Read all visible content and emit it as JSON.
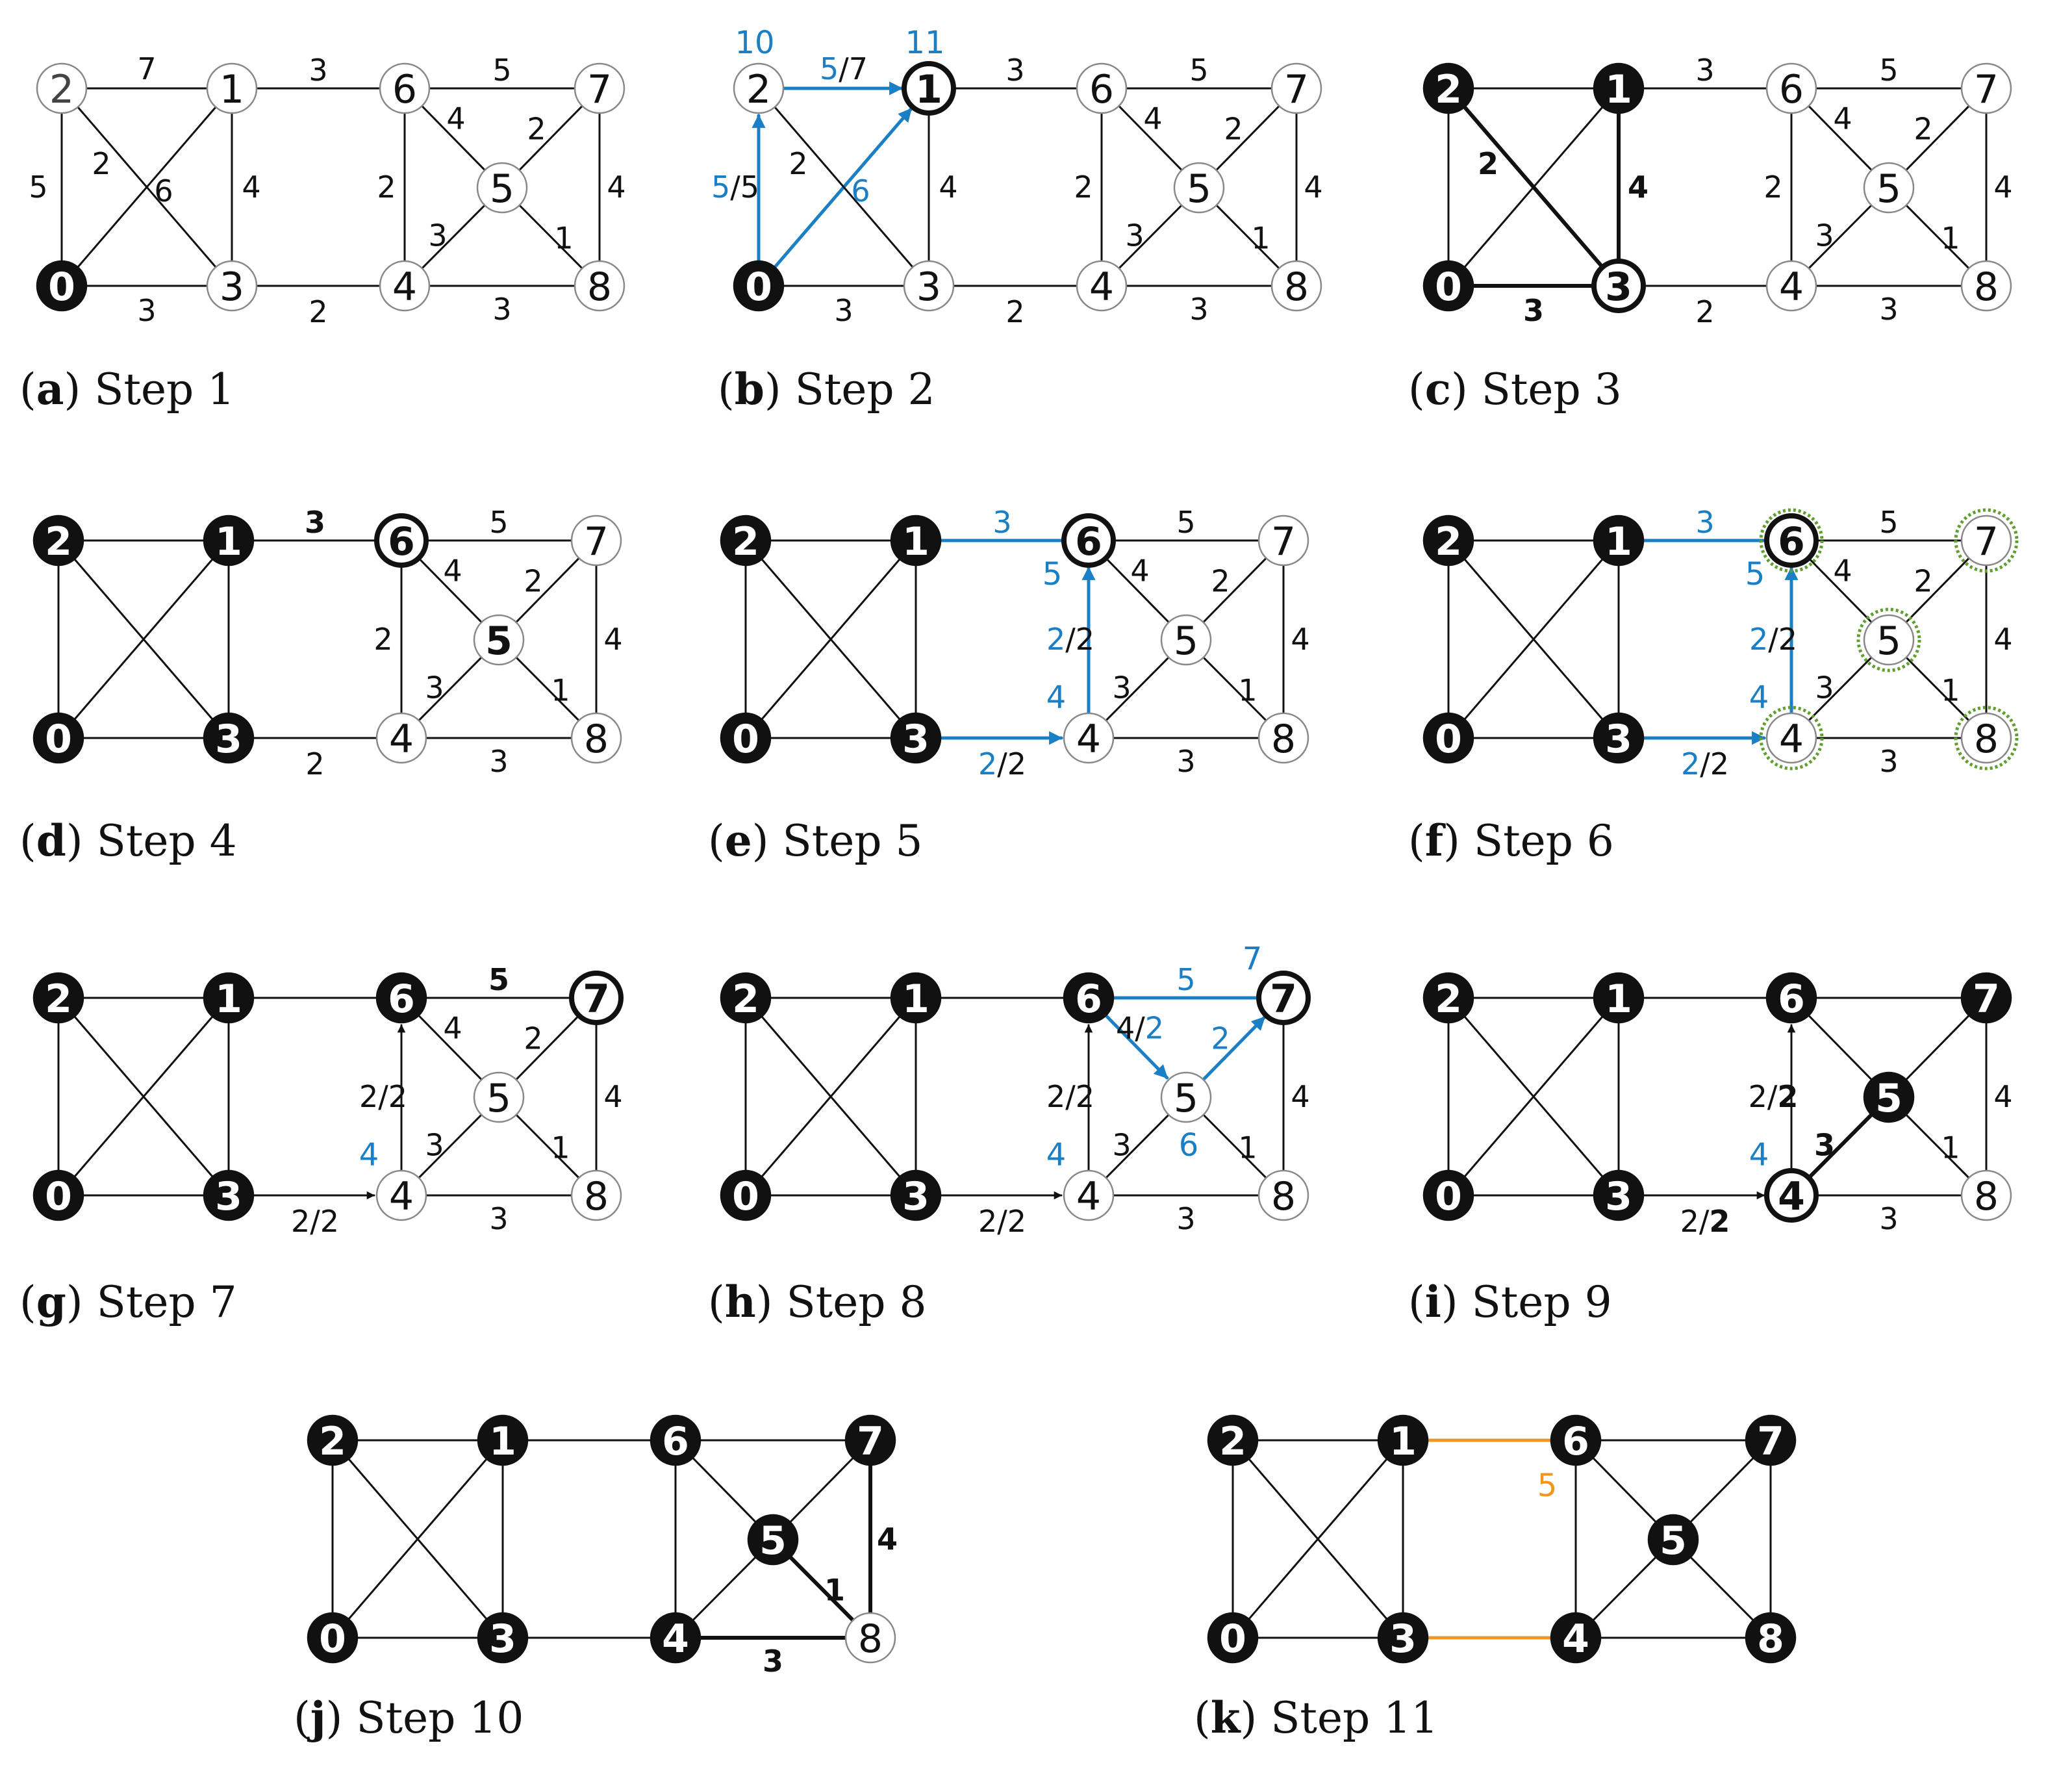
{
  "graph": {
    "nodes": [
      "0",
      "1",
      "2",
      "3",
      "4",
      "5",
      "6",
      "7",
      "8"
    ],
    "edges": [
      {
        "id": "e0-1",
        "from": "0",
        "to": "1",
        "weight": "6"
      },
      {
        "id": "e0-2",
        "from": "0",
        "to": "2",
        "weight": "5"
      },
      {
        "id": "e0-3",
        "from": "0",
        "to": "3",
        "weight": "3"
      },
      {
        "id": "e1-2",
        "from": "1",
        "to": "2",
        "weight": "7"
      },
      {
        "id": "e1-3",
        "from": "1",
        "to": "3",
        "weight": "4"
      },
      {
        "id": "e1-6",
        "from": "1",
        "to": "6",
        "weight": "3"
      },
      {
        "id": "e2-3",
        "from": "2",
        "to": "3",
        "weight": "2"
      },
      {
        "id": "e3-4",
        "from": "3",
        "to": "4",
        "weight": "2"
      },
      {
        "id": "e4-6",
        "from": "4",
        "to": "6",
        "weight": "2"
      },
      {
        "id": "e4-5",
        "from": "4",
        "to": "5",
        "weight": "3"
      },
      {
        "id": "e4-8",
        "from": "4",
        "to": "8",
        "weight": "3"
      },
      {
        "id": "e5-6",
        "from": "5",
        "to": "6",
        "weight": "4"
      },
      {
        "id": "e5-7",
        "from": "5",
        "to": "7",
        "weight": "2"
      },
      {
        "id": "e5-8",
        "from": "5",
        "to": "8",
        "weight": "1"
      },
      {
        "id": "e6-7",
        "from": "6",
        "to": "7",
        "weight": "5"
      },
      {
        "id": "e7-8",
        "from": "7",
        "to": "8",
        "weight": "4"
      }
    ]
  },
  "colors": {
    "ink": "#111111",
    "active": "#1a7fc4",
    "frontier": "#5f9e2f",
    "cut": "#f0961f",
    "unvisited_label": "#444444"
  },
  "panels": [
    {
      "caption_letter": "a",
      "caption_text": "Step 1",
      "nodes": {
        "0": "visited",
        "1": "open",
        "2": "open-grey",
        "3": "open",
        "4": "open",
        "5": "open",
        "6": "open",
        "7": "open",
        "8": "open"
      },
      "edges": {}
    },
    {
      "caption_letter": "b",
      "caption_text": "Step 2",
      "nodes": {
        "0": "visited",
        "1": "current",
        "2": "open",
        "3": "open",
        "4": "open",
        "5": "open",
        "6": "open",
        "7": "open",
        "8": "open"
      },
      "edges": {
        "e0-2": {
          "style": "blue",
          "arrow": "2",
          "label": [
            {
              "text": "5",
              "color": "blue"
            },
            {
              "text": "/5",
              "color": "ink"
            }
          ]
        },
        "e0-1": {
          "style": "blue",
          "arrow": "1",
          "label": [
            {
              "text": "6",
              "color": "blue"
            }
          ]
        },
        "e1-2": {
          "style": "blue",
          "arrow": "1",
          "label": [
            {
              "text": "5",
              "color": "blue"
            },
            {
              "text": "/7",
              "color": "ink"
            }
          ]
        }
      },
      "tags": [
        {
          "node": "2",
          "text": "10",
          "color": "blue"
        },
        {
          "node": "1",
          "text": "11",
          "color": "blue"
        }
      ]
    },
    {
      "caption_letter": "c",
      "caption_text": "Step 3",
      "nodes": {
        "0": "visited",
        "1": "visited",
        "2": "visited",
        "3": "current",
        "4": "open",
        "5": "open",
        "6": "open",
        "7": "open",
        "8": "open"
      },
      "edges": {
        "e0-1": {
          "hide_label": true
        },
        "e0-2": {
          "hide_label": true
        },
        "e1-2": {
          "hide_label": true
        },
        "e0-3": {
          "style": "thick",
          "bold_label": true
        },
        "e1-3": {
          "style": "thick",
          "bold_label": true
        },
        "e2-3": {
          "style": "thick",
          "bold_label": true
        }
      }
    },
    {
      "caption_letter": "d",
      "caption_text": "Step 4",
      "nodes": {
        "0": "visited",
        "1": "visited",
        "2": "visited",
        "3": "visited",
        "4": "open",
        "5": "open-bold",
        "6": "current",
        "7": "open",
        "8": "open"
      },
      "edges": {
        "e0-1": {
          "hide_label": true
        },
        "e0-2": {
          "hide_label": true
        },
        "e0-3": {
          "hide_label": true
        },
        "e1-2": {
          "hide_label": true
        },
        "e1-3": {
          "hide_label": true
        },
        "e2-3": {
          "hide_label": true
        },
        "e1-6": {
          "bold_label": true
        }
      }
    },
    {
      "caption_letter": "e",
      "caption_text": "Step 5",
      "nodes": {
        "0": "visited",
        "1": "visited",
        "2": "visited",
        "3": "visited",
        "4": "open",
        "5": "open",
        "6": "current",
        "7": "open",
        "8": "open"
      },
      "edges": {
        "e0-1": {
          "hide_label": true
        },
        "e0-2": {
          "hide_label": true
        },
        "e0-3": {
          "hide_label": true
        },
        "e1-2": {
          "hide_label": true
        },
        "e1-3": {
          "hide_label": true
        },
        "e2-3": {
          "hide_label": true
        },
        "e1-6": {
          "style": "blue",
          "label": [
            {
              "text": "3",
              "color": "blue"
            }
          ]
        },
        "e3-4": {
          "style": "blue",
          "arrow": "4",
          "label": [
            {
              "text": "2",
              "color": "blue"
            },
            {
              "text": "/2",
              "color": "ink"
            }
          ]
        },
        "e4-6": {
          "style": "blue",
          "arrow": "6",
          "label": [
            {
              "text": "2",
              "color": "blue"
            },
            {
              "text": "/2",
              "color": "ink"
            }
          ]
        }
      },
      "tags": [
        {
          "node": "6",
          "text": "5",
          "color": "blue"
        },
        {
          "node": "4",
          "text": "4",
          "color": "blue"
        }
      ]
    },
    {
      "caption_letter": "f",
      "caption_text": "Step 6",
      "nodes": {
        "0": "visited",
        "1": "visited",
        "2": "visited",
        "3": "visited",
        "4": "frontier",
        "5": "frontier",
        "6": "current-frontier",
        "7": "frontier",
        "8": "frontier"
      },
      "edges": {
        "e0-1": {
          "hide_label": true
        },
        "e0-2": {
          "hide_label": true
        },
        "e0-3": {
          "hide_label": true
        },
        "e1-2": {
          "hide_label": true
        },
        "e1-3": {
          "hide_label": true
        },
        "e2-3": {
          "hide_label": true
        },
        "e1-6": {
          "style": "blue",
          "label": [
            {
              "text": "3",
              "color": "blue"
            }
          ]
        },
        "e3-4": {
          "style": "blue",
          "arrow": "4",
          "label": [
            {
              "text": "2",
              "color": "blue"
            },
            {
              "text": "/2",
              "color": "ink"
            }
          ]
        },
        "e4-6": {
          "style": "blue",
          "arrow": "6",
          "label": [
            {
              "text": "2",
              "color": "blue"
            },
            {
              "text": "/2",
              "color": "ink"
            }
          ]
        }
      },
      "tags": [
        {
          "node": "6",
          "text": "5",
          "color": "blue"
        },
        {
          "node": "4",
          "text": "4",
          "color": "blue"
        }
      ]
    },
    {
      "caption_letter": "g",
      "caption_text": "Step 7",
      "nodes": {
        "0": "visited",
        "1": "visited",
        "2": "visited",
        "3": "visited",
        "4": "open",
        "5": "open",
        "6": "visited",
        "7": "current",
        "8": "open"
      },
      "edges": {
        "e0-1": {
          "hide_label": true
        },
        "e0-2": {
          "hide_label": true
        },
        "e0-3": {
          "hide_label": true
        },
        "e1-2": {
          "hide_label": true
        },
        "e1-3": {
          "hide_label": true
        },
        "e2-3": {
          "hide_label": true
        },
        "e1-6": {
          "hide_label": true
        },
        "e3-4": {
          "arrow": "4",
          "label": [
            {
              "text": "2/2",
              "color": "ink"
            }
          ]
        },
        "e4-6": {
          "arrow": "6",
          "label": [
            {
              "text": "2/2",
              "color": "ink"
            }
          ]
        },
        "e6-7": {
          "bold_label": true
        }
      },
      "tags": [
        {
          "node": "4",
          "text": "4",
          "color": "blue"
        }
      ]
    },
    {
      "caption_letter": "h",
      "caption_text": "Step 8",
      "nodes": {
        "0": "visited",
        "1": "visited",
        "2": "visited",
        "3": "visited",
        "4": "open",
        "5": "open",
        "6": "visited",
        "7": "current",
        "8": "open"
      },
      "edges": {
        "e0-1": {
          "hide_label": true
        },
        "e0-2": {
          "hide_label": true
        },
        "e0-3": {
          "hide_label": true
        },
        "e1-2": {
          "hide_label": true
        },
        "e1-3": {
          "hide_label": true
        },
        "e2-3": {
          "hide_label": true
        },
        "e1-6": {
          "hide_label": true
        },
        "e3-4": {
          "arrow": "4",
          "label": [
            {
              "text": "2/2",
              "color": "ink"
            }
          ]
        },
        "e4-6": {
          "arrow": "6",
          "label": [
            {
              "text": "2/2",
              "color": "ink"
            }
          ]
        },
        "e6-7": {
          "style": "blue",
          "label": [
            {
              "text": "5",
              "color": "blue"
            }
          ]
        },
        "e5-6": {
          "style": "blue",
          "arrow": "5",
          "label": [
            {
              "text": "4/",
              "color": "ink"
            },
            {
              "text": "2",
              "color": "blue"
            }
          ]
        },
        "e5-7": {
          "style": "blue",
          "arrow": "7",
          "label": [
            {
              "text": "2",
              "color": "blue"
            }
          ]
        }
      },
      "tags": [
        {
          "node": "7",
          "text": "7",
          "color": "blue"
        },
        {
          "node": "5",
          "text": "6",
          "color": "blue"
        },
        {
          "node": "4",
          "text": "4",
          "color": "blue"
        }
      ]
    },
    {
      "caption_letter": "i",
      "caption_text": "Step 9",
      "nodes": {
        "0": "visited",
        "1": "visited",
        "2": "visited",
        "3": "visited",
        "4": "current",
        "5": "visited",
        "6": "visited",
        "7": "visited",
        "8": "open"
      },
      "edges": {
        "e0-1": {
          "hide_label": true
        },
        "e0-2": {
          "hide_label": true
        },
        "e0-3": {
          "hide_label": true
        },
        "e1-2": {
          "hide_label": true
        },
        "e1-3": {
          "hide_label": true
        },
        "e2-3": {
          "hide_label": true
        },
        "e1-6": {
          "hide_label": true
        },
        "e5-6": {
          "hide_label": true
        },
        "e5-7": {
          "hide_label": true
        },
        "e6-7": {
          "hide_label": true
        },
        "e3-4": {
          "arrow": "4",
          "label": [
            {
              "text": "2/",
              "color": "ink"
            },
            {
              "text": "2",
              "color": "ink",
              "bold": true
            }
          ]
        },
        "e4-6": {
          "arrow": "6",
          "label": [
            {
              "text": "2/",
              "color": "ink"
            },
            {
              "text": "2",
              "color": "ink",
              "bold": true
            }
          ]
        },
        "e4-5": {
          "style": "thick",
          "bold_label": true
        }
      },
      "tags": [
        {
          "node": "4",
          "text": "4",
          "color": "blue"
        }
      ]
    },
    {
      "caption_letter": "j",
      "caption_text": "Step 10",
      "nodes": {
        "0": "visited",
        "1": "visited",
        "2": "visited",
        "3": "visited",
        "4": "visited",
        "5": "visited",
        "6": "visited",
        "7": "visited",
        "8": "open"
      },
      "edges": {
        "e0-1": {
          "hide_label": true
        },
        "e0-2": {
          "hide_label": true
        },
        "e0-3": {
          "hide_label": true
        },
        "e1-2": {
          "hide_label": true
        },
        "e1-3": {
          "hide_label": true
        },
        "e2-3": {
          "hide_label": true
        },
        "e1-6": {
          "hide_label": true
        },
        "e3-4": {
          "hide_label": true
        },
        "e4-6": {
          "hide_label": true
        },
        "e4-5": {
          "hide_label": true
        },
        "e5-6": {
          "hide_label": true
        },
        "e5-7": {
          "hide_label": true
        },
        "e6-7": {
          "hide_label": true
        },
        "e4-8": {
          "style": "thick",
          "bold_label": true
        },
        "e5-8": {
          "style": "thick",
          "bold_label": true
        },
        "e7-8": {
          "style": "thick",
          "bold_label": true
        }
      }
    },
    {
      "caption_letter": "k",
      "caption_text": "Step 11",
      "nodes": {
        "0": "visited",
        "1": "visited",
        "2": "visited",
        "3": "visited",
        "4": "visited",
        "5": "visited",
        "6": "visited",
        "7": "visited",
        "8": "visited"
      },
      "edges": {
        "e0-1": {
          "hide_label": true
        },
        "e0-2": {
          "hide_label": true
        },
        "e0-3": {
          "hide_label": true
        },
        "e1-2": {
          "hide_label": true
        },
        "e1-3": {
          "hide_label": true
        },
        "e2-3": {
          "hide_label": true
        },
        "e4-6": {
          "hide_label": true
        },
        "e4-5": {
          "hide_label": true
        },
        "e4-8": {
          "hide_label": true
        },
        "e5-6": {
          "hide_label": true
        },
        "e5-7": {
          "hide_label": true
        },
        "e5-8": {
          "hide_label": true
        },
        "e6-7": {
          "hide_label": true
        },
        "e7-8": {
          "hide_label": true
        },
        "e1-6": {
          "style": "orange",
          "hide_label": true
        },
        "e3-4": {
          "style": "orange",
          "hide_label": true
        }
      },
      "tags": [
        {
          "node": "6",
          "text": "5",
          "color": "orange"
        }
      ]
    }
  ]
}
